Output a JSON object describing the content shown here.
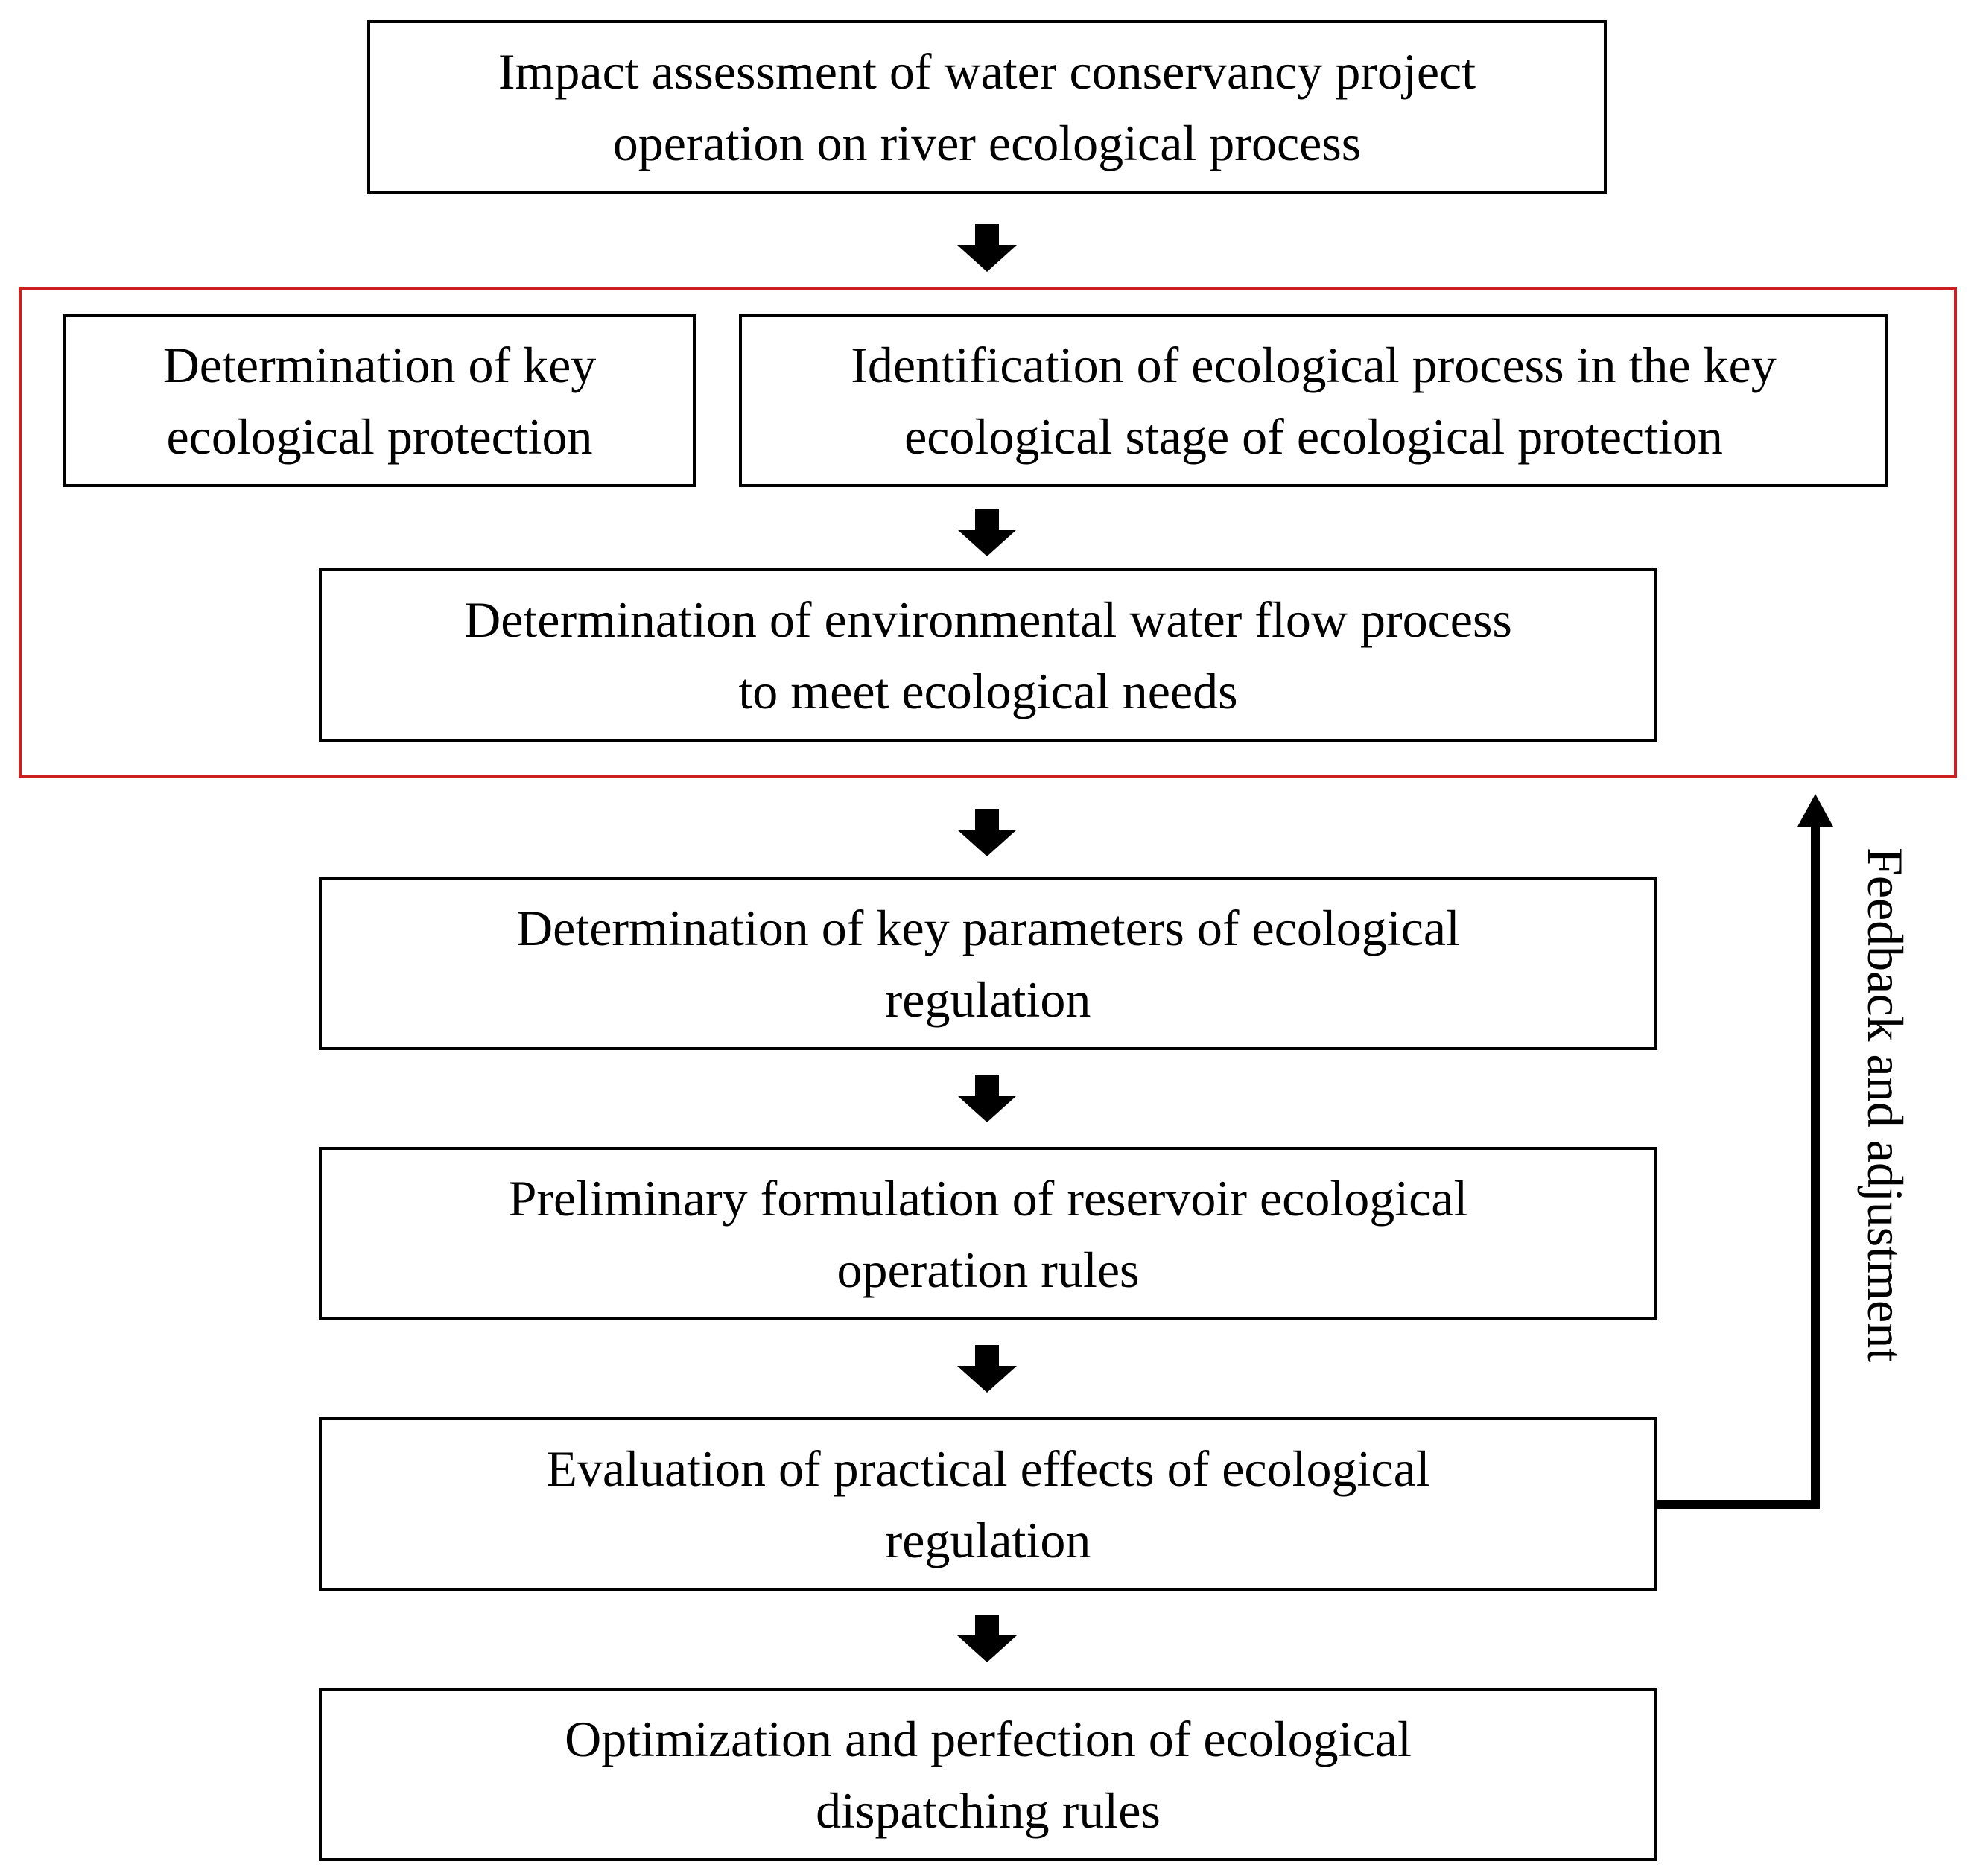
{
  "diagram": {
    "accent_color": "#cc1f1f",
    "boxes": {
      "impact": {
        "line1": "Impact assessment of water conservancy project",
        "line2": "operation on river ecological process"
      },
      "key_protection": {
        "line1": "Determination of key",
        "line2": "ecological protection"
      },
      "identification": {
        "line1": "Identification of ecological process in the key",
        "line2": "ecological stage of ecological protection"
      },
      "flow_process": {
        "line1": "Determination of environmental water flow process",
        "line2": "to meet ecological needs"
      },
      "parameters": {
        "line1": "Determination of key parameters of ecological",
        "line2": "regulation"
      },
      "preliminary": {
        "line1": "Preliminary formulation of reservoir ecological",
        "line2": "operation rules"
      },
      "evaluation": {
        "line1": "Evaluation of practical effects of ecological",
        "line2": "regulation"
      },
      "optimization": {
        "line1": "Optimization and perfection of ecological",
        "line2": "dispatching rules"
      }
    },
    "feedback_label": "Feedback and adjustment"
  }
}
